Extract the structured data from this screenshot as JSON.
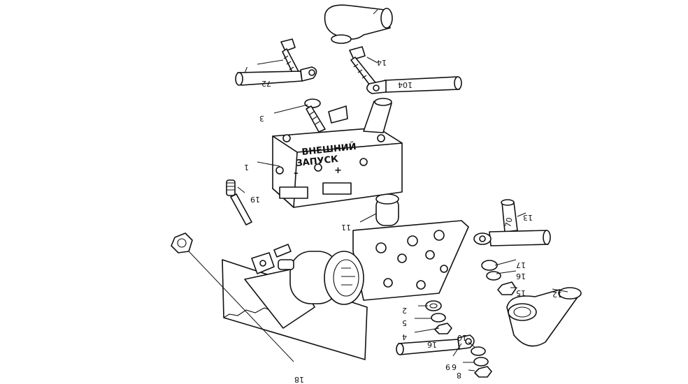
{
  "block_label": {
    "line1": "ВНЕШНИЙ",
    "line2": "ЗАПУСК",
    "minus": "–",
    "plus": "+"
  },
  "wire_tags": [
    "72",
    "104",
    "70",
    "16"
  ],
  "callouts": [
    "1",
    "2",
    "3",
    "4",
    "5",
    "6",
    "7",
    "8",
    "9",
    "10",
    "11",
    "12",
    "13",
    "14",
    "15",
    "16",
    "17",
    "18",
    "19"
  ]
}
